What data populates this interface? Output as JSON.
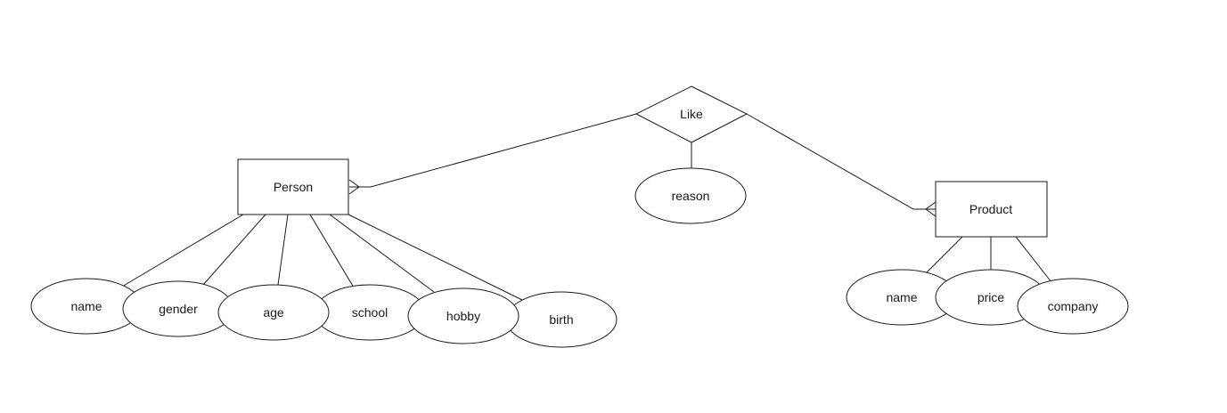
{
  "entities": [
    {
      "id": "person",
      "label": "Person"
    },
    {
      "id": "product",
      "label": "Product"
    }
  ],
  "relationships": [
    {
      "id": "like",
      "label": "Like"
    }
  ],
  "attributes": [
    {
      "id": "person-name",
      "label": "name",
      "of": "person"
    },
    {
      "id": "person-gender",
      "label": "gender",
      "of": "person"
    },
    {
      "id": "person-age",
      "label": "age",
      "of": "person"
    },
    {
      "id": "person-school",
      "label": "school",
      "of": "person"
    },
    {
      "id": "person-hobby",
      "label": "hobby",
      "of": "person"
    },
    {
      "id": "person-birth",
      "label": "birth",
      "of": "person"
    },
    {
      "id": "like-reason",
      "label": "reason",
      "of": "like"
    },
    {
      "id": "product-name",
      "label": "name",
      "of": "product"
    },
    {
      "id": "product-price",
      "label": "price",
      "of": "product"
    },
    {
      "id": "product-company",
      "label": "company",
      "of": "product"
    }
  ],
  "connections": [
    {
      "from": "like",
      "to": "person",
      "cardinality": "many"
    },
    {
      "from": "like",
      "to": "product",
      "cardinality": "many"
    }
  ]
}
